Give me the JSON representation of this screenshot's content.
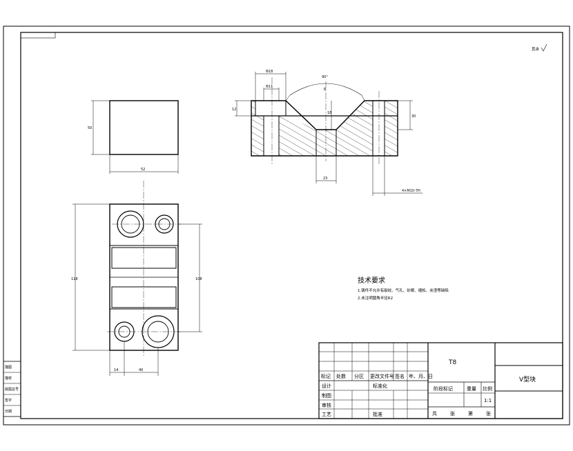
{
  "roughness_note": "其余",
  "technical_requirements": {
    "title": "技术要求",
    "items": [
      "1.铸件不允许有裂纹、气孔、砂眼、缩松、夹渣等缺陷",
      "2.未注明圆角半径R2"
    ]
  },
  "dimensions": {
    "front_height": "50",
    "front_width": "52",
    "top_total_height": "118",
    "top_inner_height": "108",
    "top_left_offset": "14",
    "top_hole_spacing": "40",
    "section_top_width_a": "Φ18",
    "section_top_width_b": "Φ11",
    "section_angle": "90°",
    "section_small_dim": "8",
    "section_left_height": "12",
    "section_v_depth": "18",
    "section_right_height": "30",
    "section_bottom_width": "23",
    "section_thread": "4×M10-7H"
  },
  "title_block": {
    "material": "T8",
    "part_name": "V型块",
    "scale_value": "1:1",
    "headers": [
      "标记",
      "处数",
      "分区",
      "更改文件号",
      "签名",
      "年、月、日"
    ],
    "rows": [
      "设计",
      "制图",
      "审核",
      "工艺"
    ],
    "standardization": "标准化",
    "approve": "批准",
    "stage_mark": "阶段标记",
    "weight": "重量",
    "scale": "比例",
    "sheets_total": "共",
    "sheets_label": "张",
    "sheet_no": "第",
    "sheet_label": "张"
  },
  "side_strip": [
    "描图",
    "描校",
    "底图总号",
    "签字",
    "日期"
  ]
}
